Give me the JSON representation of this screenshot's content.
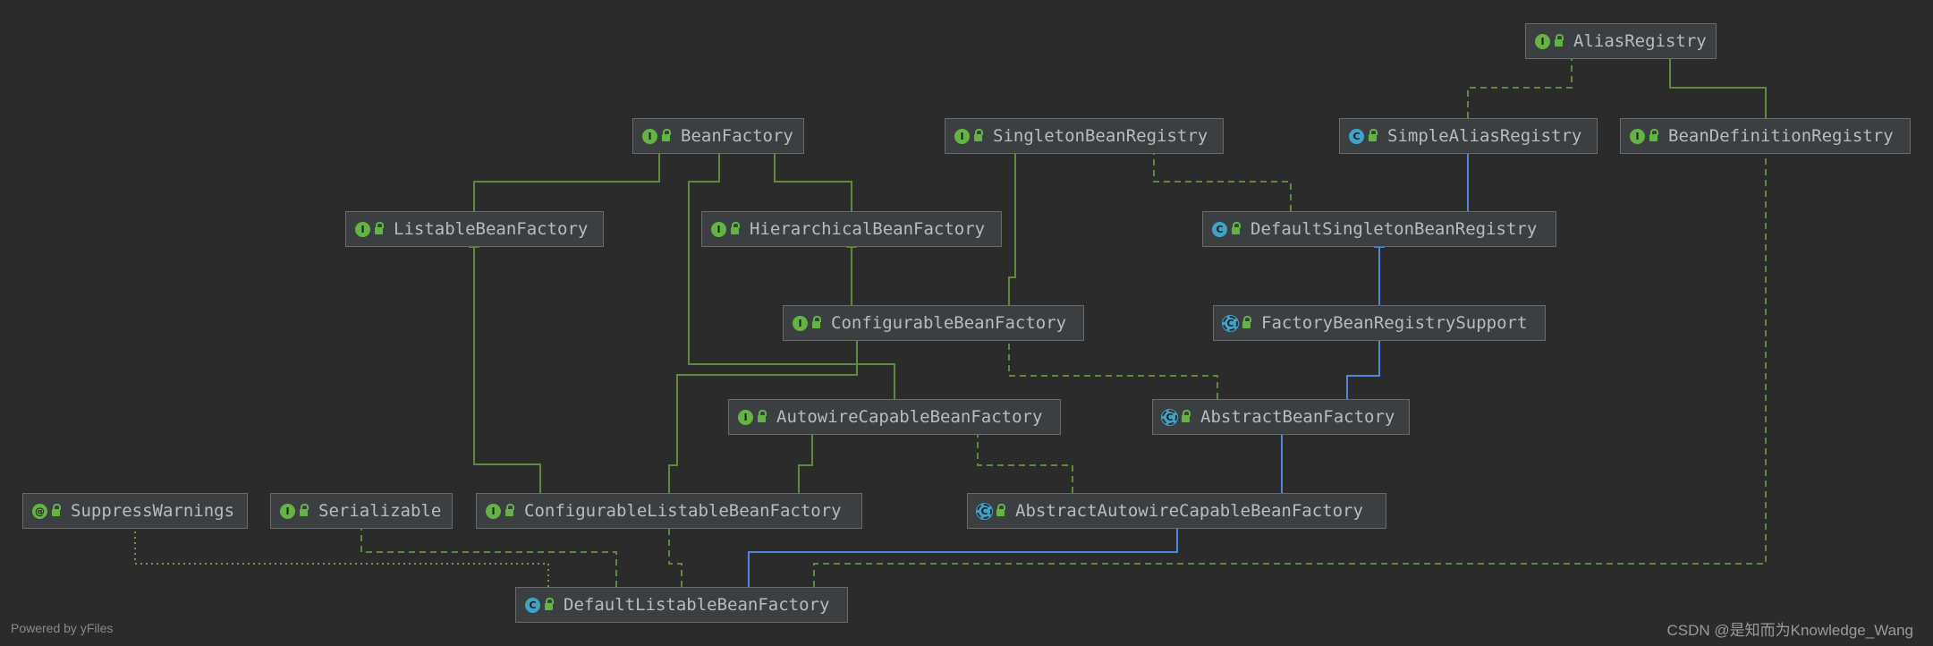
{
  "colors": {
    "background": "#2b2b2b",
    "node_fill": "#3c3f41",
    "node_border": "#6b6b6b",
    "interface_green": "#62b543",
    "class_blue": "#40a3c6",
    "implements_line": "#5e8a3e",
    "extends_line": "#4f86d9",
    "annotation_line": "#8a8a4a"
  },
  "nodes": {
    "alias_registry": {
      "label": "AliasRegistry",
      "kind": "interface",
      "badge": "I"
    },
    "bean_factory": {
      "label": "BeanFactory",
      "kind": "interface",
      "badge": "I"
    },
    "singleton_bean_registry": {
      "label": "SingletonBeanRegistry",
      "kind": "interface",
      "badge": "I"
    },
    "simple_alias_registry": {
      "label": "SimpleAliasRegistry",
      "kind": "class",
      "badge": "C"
    },
    "bean_definition_registry": {
      "label": "BeanDefinitionRegistry",
      "kind": "interface",
      "badge": "I"
    },
    "listable_bean_factory": {
      "label": "ListableBeanFactory",
      "kind": "interface",
      "badge": "I"
    },
    "hierarchical_bean_factory": {
      "label": "HierarchicalBeanFactory",
      "kind": "interface",
      "badge": "I"
    },
    "default_singleton_bean_registry": {
      "label": "DefaultSingletonBeanRegistry",
      "kind": "class",
      "badge": "C"
    },
    "configurable_bean_factory": {
      "label": "ConfigurableBeanFactory",
      "kind": "interface",
      "badge": "I"
    },
    "factory_bean_registry_support": {
      "label": "FactoryBeanRegistrySupport",
      "kind": "abstract",
      "badge": "C"
    },
    "autowire_capable_bean_factory": {
      "label": "AutowireCapableBeanFactory",
      "kind": "interface",
      "badge": "I"
    },
    "abstract_bean_factory": {
      "label": "AbstractBeanFactory",
      "kind": "abstract",
      "badge": "C"
    },
    "suppress_warnings": {
      "label": "SuppressWarnings",
      "kind": "annotation",
      "badge": "@"
    },
    "serializable": {
      "label": "Serializable",
      "kind": "interface",
      "badge": "I"
    },
    "configurable_listable_bean_factory": {
      "label": "ConfigurableListableBeanFactory",
      "kind": "interface",
      "badge": "I"
    },
    "abstract_autowire_capable_bean_factory": {
      "label": "AbstractAutowireCapableBeanFactory",
      "kind": "abstract",
      "badge": "C"
    },
    "default_listable_bean_factory": {
      "label": "DefaultListableBeanFactory",
      "kind": "class",
      "badge": "C"
    }
  },
  "edges": [
    {
      "from": "simple_alias_registry",
      "to": "alias_registry",
      "type": "implements"
    },
    {
      "from": "bean_definition_registry",
      "to": "alias_registry",
      "type": "extends-interface"
    },
    {
      "from": "listable_bean_factory",
      "to": "bean_factory",
      "type": "extends-interface"
    },
    {
      "from": "hierarchical_bean_factory",
      "to": "bean_factory",
      "type": "extends-interface"
    },
    {
      "from": "autowire_capable_bean_factory",
      "to": "bean_factory",
      "type": "extends-interface"
    },
    {
      "from": "default_singleton_bean_registry",
      "to": "singleton_bean_registry",
      "type": "implements"
    },
    {
      "from": "default_singleton_bean_registry",
      "to": "simple_alias_registry",
      "type": "extends-class"
    },
    {
      "from": "configurable_bean_factory",
      "to": "hierarchical_bean_factory",
      "type": "extends-interface"
    },
    {
      "from": "configurable_bean_factory",
      "to": "singleton_bean_registry",
      "type": "extends-interface"
    },
    {
      "from": "factory_bean_registry_support",
      "to": "default_singleton_bean_registry",
      "type": "extends-class"
    },
    {
      "from": "abstract_bean_factory",
      "to": "factory_bean_registry_support",
      "type": "extends-class"
    },
    {
      "from": "abstract_bean_factory",
      "to": "configurable_bean_factory",
      "type": "implements"
    },
    {
      "from": "configurable_listable_bean_factory",
      "to": "listable_bean_factory",
      "type": "extends-interface"
    },
    {
      "from": "configurable_listable_bean_factory",
      "to": "configurable_bean_factory",
      "type": "extends-interface"
    },
    {
      "from": "configurable_listable_bean_factory",
      "to": "autowire_capable_bean_factory",
      "type": "extends-interface"
    },
    {
      "from": "abstract_autowire_capable_bean_factory",
      "to": "abstract_bean_factory",
      "type": "extends-class"
    },
    {
      "from": "abstract_autowire_capable_bean_factory",
      "to": "autowire_capable_bean_factory",
      "type": "implements"
    },
    {
      "from": "default_listable_bean_factory",
      "to": "abstract_autowire_capable_bean_factory",
      "type": "extends-class"
    },
    {
      "from": "default_listable_bean_factory",
      "to": "configurable_listable_bean_factory",
      "type": "implements"
    },
    {
      "from": "default_listable_bean_factory",
      "to": "bean_definition_registry",
      "type": "implements"
    },
    {
      "from": "default_listable_bean_factory",
      "to": "serializable",
      "type": "implements"
    },
    {
      "from": "default_listable_bean_factory",
      "to": "suppress_warnings",
      "type": "annotated"
    }
  ],
  "footer": {
    "powered_by": "Powered by yFiles",
    "watermark": "CSDN @是知而为Knowledge_Wang"
  }
}
